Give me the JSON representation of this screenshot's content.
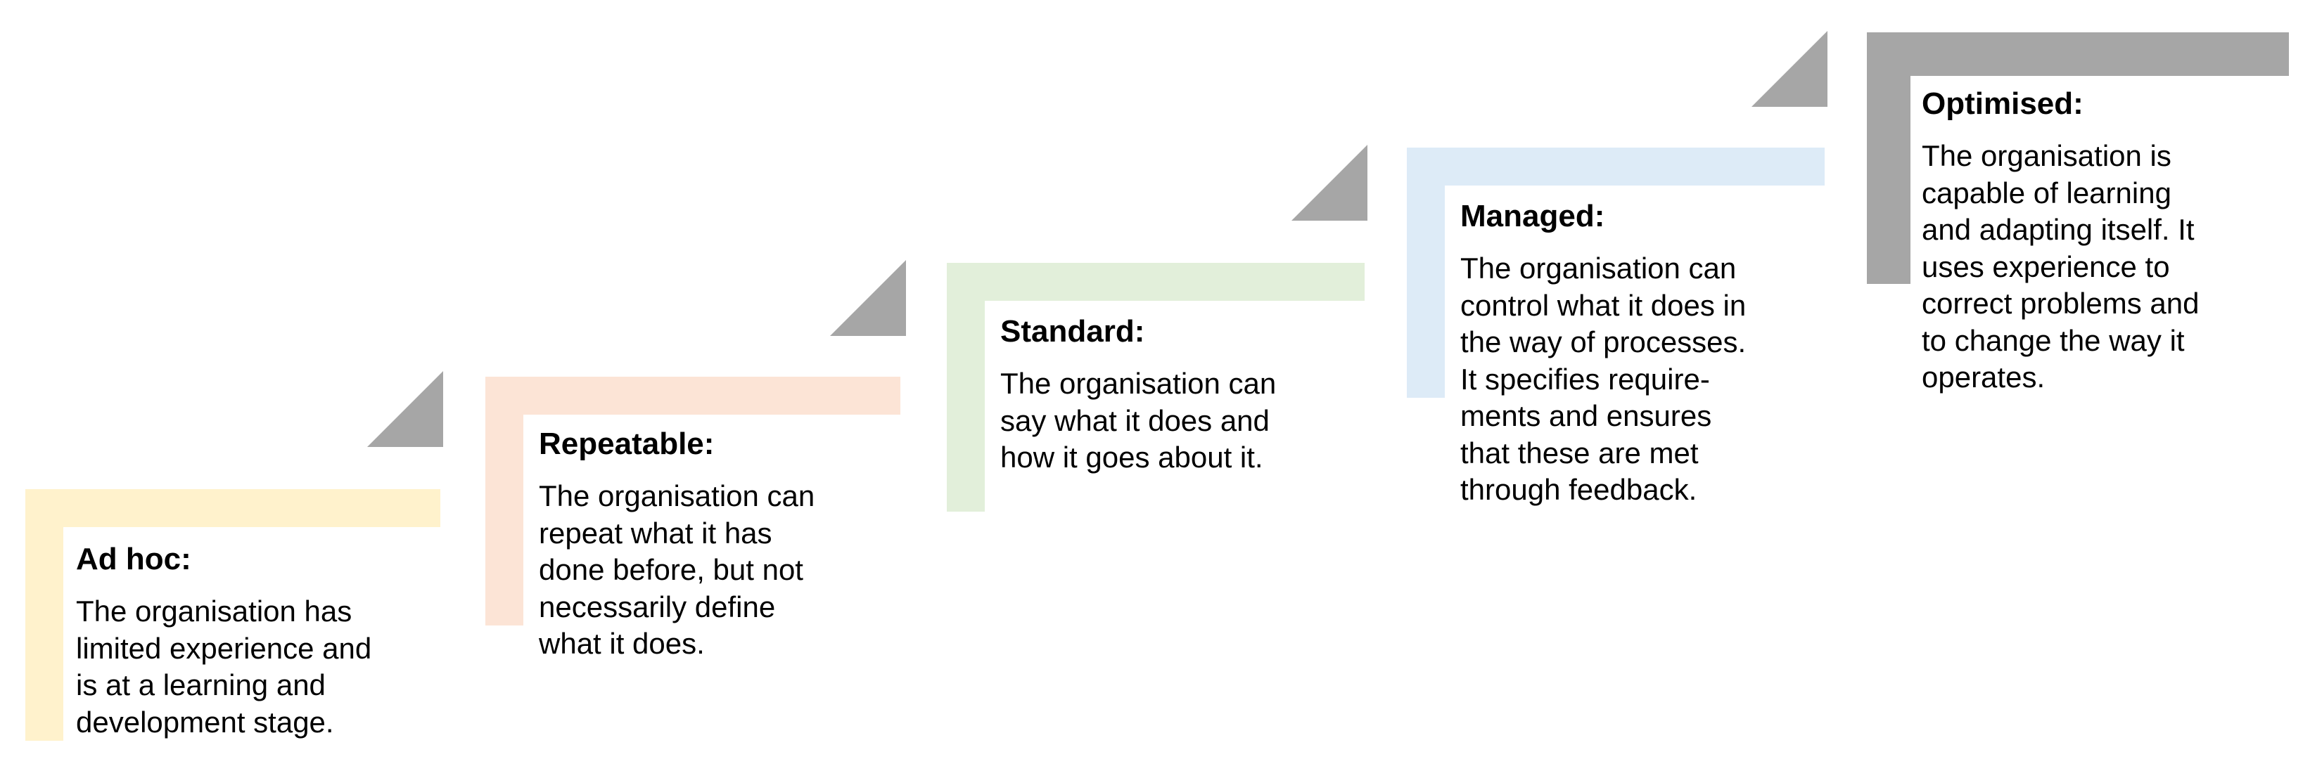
{
  "steps": [
    {
      "title": "Ad hoc:",
      "description": "The organisation has\nlimited experience and\nis at a learning and\ndevelopment stage.",
      "color": "#fff2cc"
    },
    {
      "title": "Repeatable:",
      "description": "The organisation can\nrepeat what it has\ndone before, but not\nnecessarily define\nwhat it does.",
      "color": "#fce4d6"
    },
    {
      "title": "Standard:",
      "description": "The organisation can\nsay what it does and\nhow it goes about it.",
      "color": "#e2efda"
    },
    {
      "title": "Managed:",
      "description": "The organisation can\ncontrol what it does in\nthe way of processes.\nIt specifies require-\nments and ensures\nthat these are met\nthrough feedback.",
      "color": "#ddebf7"
    },
    {
      "title": "Optimised:",
      "description": "The organisation is\ncapable of learning\nand adapting itself. It\nuses experience to\ncorrect problems and\nto change the way it\noperates.",
      "color": "#a6a6a6"
    }
  ],
  "arrow_color": "#a6a6a6"
}
